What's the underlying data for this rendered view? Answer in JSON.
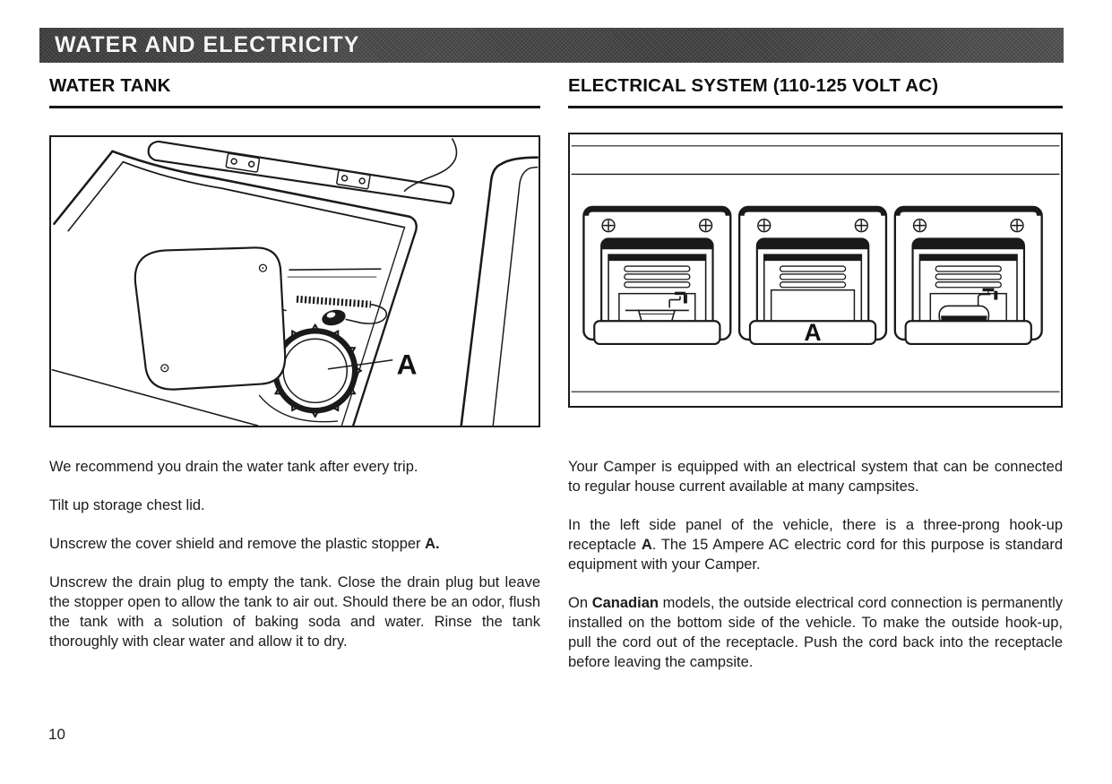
{
  "banner": {
    "title": "WATER AND ELECTRICITY"
  },
  "page_number": "10",
  "left_section": {
    "heading": "WATER TANK",
    "figure_label": "A",
    "paragraphs": [
      {
        "runs": [
          {
            "t": "We recommend you drain the water tank after every trip."
          }
        ]
      },
      {
        "runs": [
          {
            "t": "Tilt up storage chest lid."
          }
        ]
      },
      {
        "runs": [
          {
            "t": "Unscrew the cover shield and remove the plastic stopper "
          },
          {
            "t": "A.",
            "b": true
          }
        ]
      },
      {
        "runs": [
          {
            "t": "Unscrew the drain plug to empty the tank. Close the drain plug but leave the stopper open to allow the tank to air out. Should there be an odor, flush the tank with a solution of baking soda and water. Rinse the tank thoroughly with clear water and allow it to dry."
          }
        ]
      }
    ]
  },
  "right_section": {
    "heading": "ELECTRICAL SYSTEM (110-125 VOLT AC)",
    "figure_label": "A",
    "paragraphs": [
      {
        "runs": [
          {
            "t": "Your Camper is equipped with an electrical system that can be connected to regular house current available at many campsites."
          }
        ]
      },
      {
        "runs": [
          {
            "t": "In the left side panel of the vehicle, there is a three-prong hook-up receptacle "
          },
          {
            "t": "A",
            "b": true
          },
          {
            "t": ". The 15 Ampere AC electric cord for this purpose is standard equipment with your Camper."
          }
        ]
      },
      {
        "runs": [
          {
            "t": "On "
          },
          {
            "t": "Canadian",
            "b": true
          },
          {
            "t": " models, the outside electrical cord connection is permanently installed on the bottom side of the vehicle. To make the outside hook-up, pull the cord out of the receptacle. Push the cord back into the receptacle before leaving the campsite."
          }
        ]
      }
    ]
  }
}
